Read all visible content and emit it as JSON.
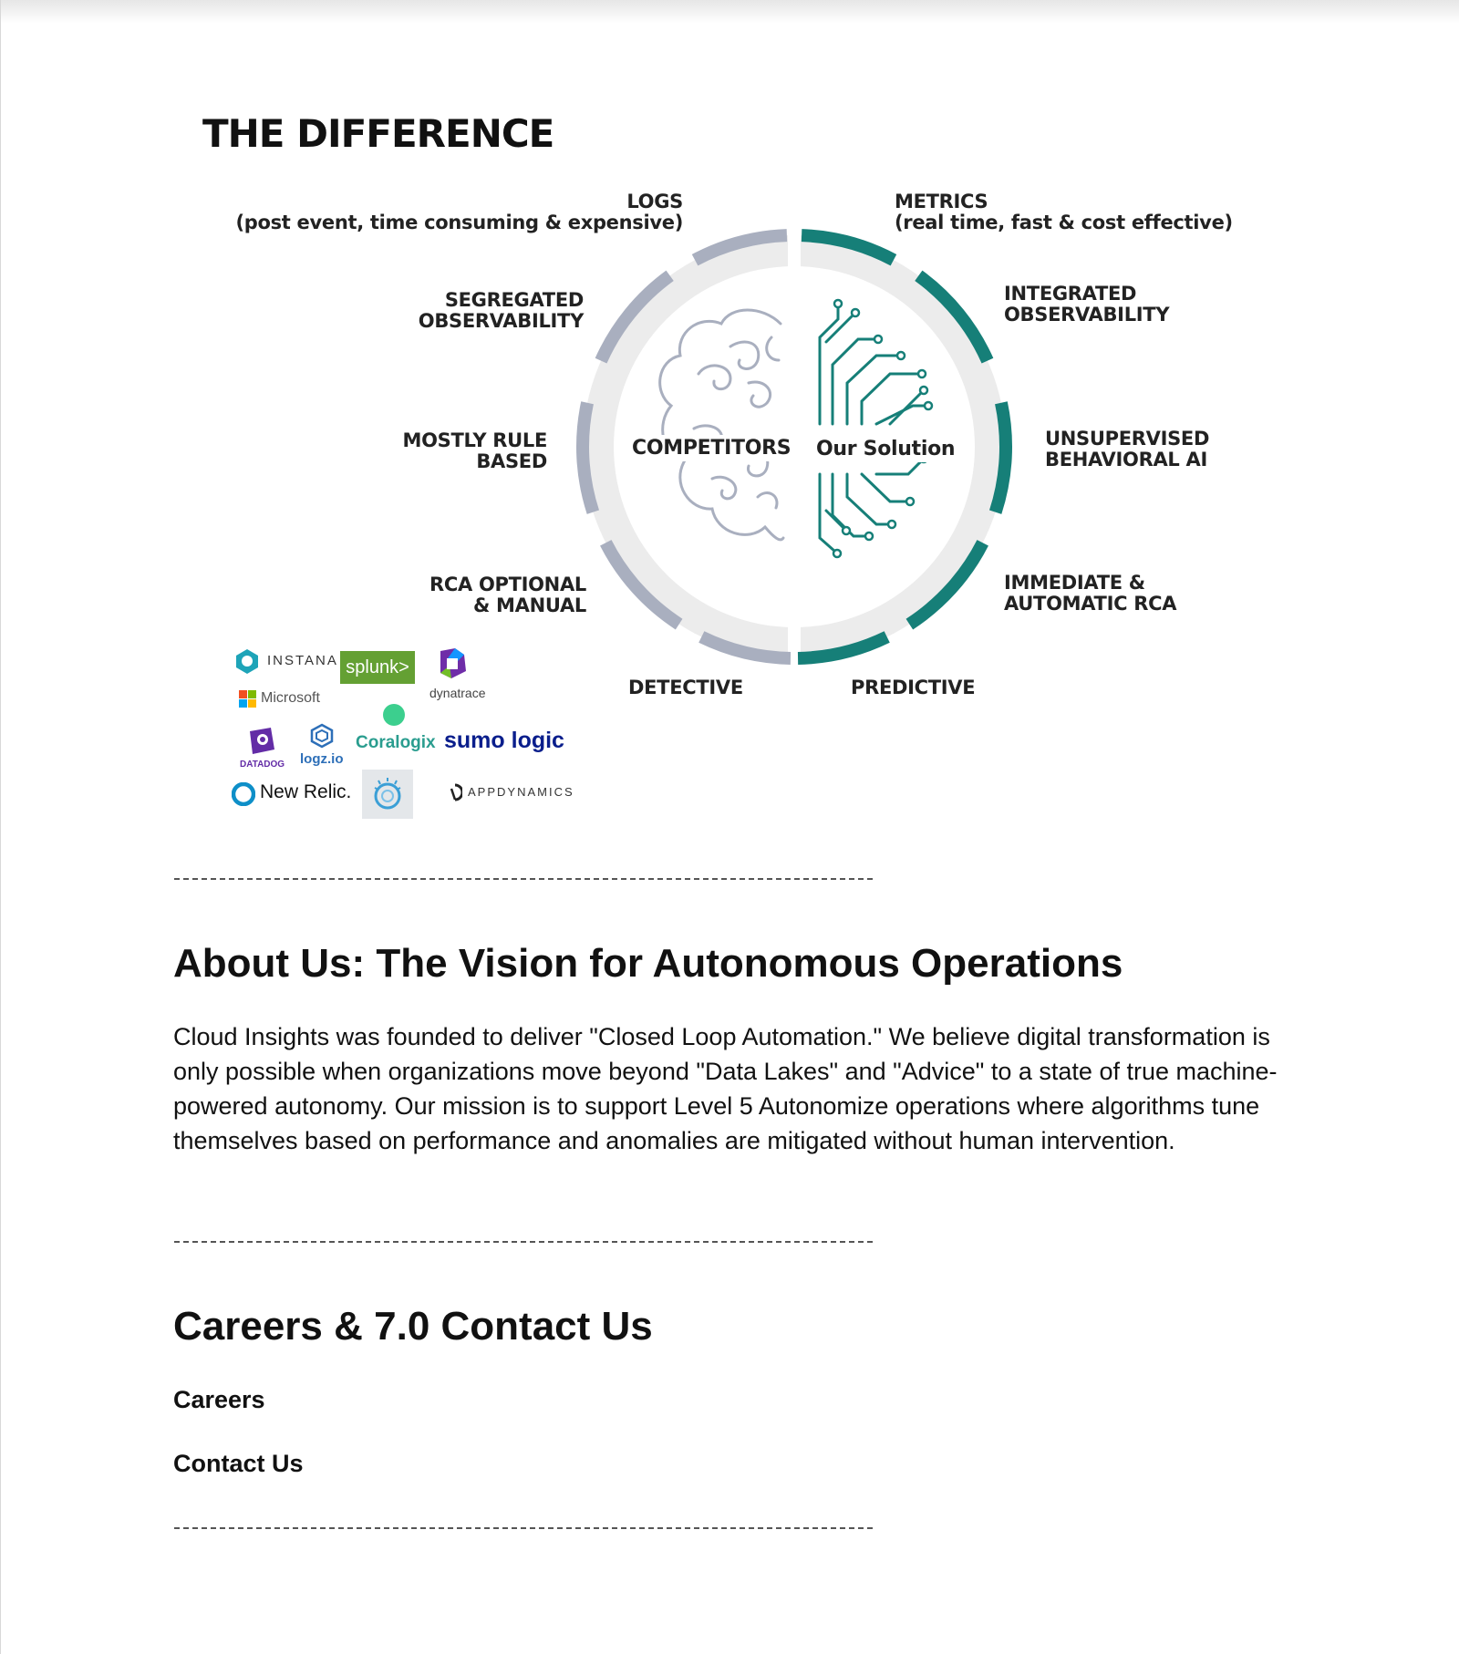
{
  "difference": {
    "title": "THE DIFFERENCE",
    "left_center": "COMPETITORS",
    "right_center": "Our Solution",
    "left_labels": {
      "logs": "LOGS",
      "logs_sub": "(post event, time consuming & expensive)",
      "segregated": "SEGREGATED\nOBSERVABILITY",
      "rule": "MOSTLY RULE\nBASED",
      "rca": "RCA OPTIONAL\n& MANUAL",
      "detective": "DETECTIVE"
    },
    "right_labels": {
      "metrics": "METRICS",
      "metrics_sub": "(real time, fast & cost effective)",
      "integrated": "INTEGRATED\nOBSERVABILITY",
      "unsupervised": "UNSUPERVISED\nBEHAVIORAL AI",
      "immediate": "IMMEDIATE &\nAUTOMATIC RCA",
      "predictive": "PREDICTIVE"
    },
    "colors": {
      "competitor": "#a9afbf",
      "solution": "#167f78",
      "ring": "#ececec"
    },
    "competitor_logos": {
      "instana": "INSTANA",
      "splunk": "splunk>",
      "dynatrace": "dynatrace",
      "microsoft": "Microsoft",
      "datadog": "DATADOG",
      "logzio": "logz.io",
      "coralogix": "Coralogix",
      "sumologic": "sumo logic",
      "newrelic": "New Relic.",
      "appdynamics": "APPDYNAMICS"
    }
  },
  "divider_text": "--------------------------------------------------------------------------------",
  "about": {
    "heading": "About Us: The Vision for Autonomous Operations",
    "body": "Cloud Insights was founded to deliver \"Closed Loop Automation.\" We believe digital transformation is only possible when organizations move beyond \"Data Lakes\" and \"Advice\" to a state of true machine-powered autonomy. Our mission is to support Level 5 Autonomize operations where algorithms tune themselves based on performance and anomalies are mitigated without human intervention."
  },
  "careers": {
    "heading": "Careers & 7.0 Contact Us",
    "careers_link": "Careers",
    "contact_link": "Contact Us"
  }
}
